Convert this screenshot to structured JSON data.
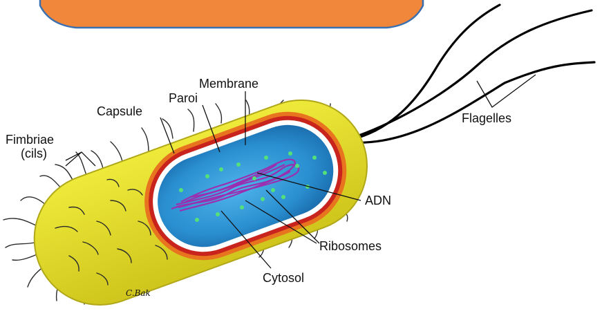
{
  "colors": {
    "banner_fill": "#f0873a",
    "banner_border": "#3a6fb0",
    "capsule": "#e6e02c",
    "capsule_edge": "#b0a818",
    "wall_orange": "#e8741f",
    "wall_red": "#c8231c",
    "membrane_white": "#ffffff",
    "cytosol": "#2a8fd0",
    "dna": "#9a2fb0",
    "ribosome": "#55e07a"
  },
  "labels": {
    "membrane": "Membrane",
    "paroi": "Paroi",
    "capsule": "Capsule",
    "fimbriae_line1": "Fimbriae",
    "fimbriae_line2": "(cils)",
    "flagelles": "Flagelles",
    "adn": "ADN",
    "ribosomes": "Ribosomes",
    "cytosol": "Cytosol"
  },
  "signature": "C.Bak"
}
